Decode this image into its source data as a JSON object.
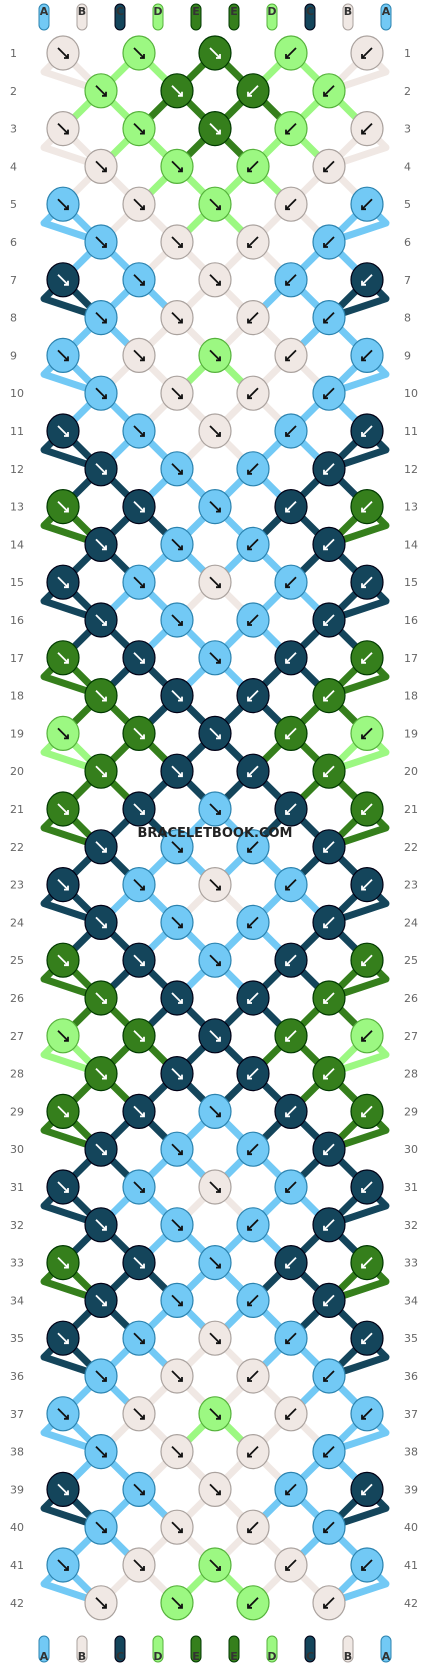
{
  "site": "BRACELETBOOK.COM",
  "strand_letters": [
    "A",
    "B",
    "C",
    "D",
    "E",
    "E",
    "D",
    "C",
    "B",
    "A"
  ],
  "strand_colors": {
    "A": "#72c9f5",
    "B": "#f0e8e4",
    "C": "#14455b",
    "D": "#9cf882",
    "E": "#357f1c"
  },
  "rows": [
    "1",
    "2",
    "3",
    "4",
    "5",
    "6",
    "7",
    "8",
    "9",
    "10",
    "11",
    "12",
    "13",
    "14",
    "15",
    "16",
    "17",
    "18",
    "19",
    "20",
    "21",
    "22",
    "23",
    "24",
    "25",
    "26",
    "27",
    "28",
    "29",
    "30",
    "31",
    "32",
    "33",
    "34",
    "35",
    "36",
    "37",
    "38",
    "39",
    "40",
    "41",
    "42"
  ],
  "knot_rows": [
    [
      "B",
      "D",
      "E",
      "D",
      "B"
    ],
    [
      "D",
      "E",
      "E",
      "D"
    ],
    [
      "B",
      "D",
      "E",
      "D",
      "B"
    ],
    [
      "B",
      "D",
      "D",
      "B"
    ],
    [
      "A",
      "B",
      "D",
      "B",
      "A"
    ],
    [
      "A",
      "B",
      "B",
      "A"
    ],
    [
      "C",
      "A",
      "B",
      "A",
      "C"
    ],
    [
      "A",
      "B",
      "B",
      "A"
    ],
    [
      "A",
      "B",
      "D",
      "B",
      "A"
    ],
    [
      "A",
      "B",
      "B",
      "A"
    ],
    [
      "C",
      "A",
      "B",
      "A",
      "C"
    ],
    [
      "C",
      "A",
      "A",
      "C"
    ],
    [
      "E",
      "C",
      "A",
      "C",
      "E"
    ],
    [
      "C",
      "A",
      "A",
      "C"
    ],
    [
      "C",
      "A",
      "B",
      "A",
      "C"
    ],
    [
      "C",
      "A",
      "A",
      "C"
    ],
    [
      "E",
      "C",
      "A",
      "C",
      "E"
    ],
    [
      "E",
      "C",
      "C",
      "E"
    ],
    [
      "D",
      "E",
      "C",
      "E",
      "D"
    ],
    [
      "E",
      "C",
      "C",
      "E"
    ],
    [
      "E",
      "C",
      "A",
      "C",
      "E"
    ],
    [
      "C",
      "A",
      "A",
      "C"
    ],
    [
      "C",
      "A",
      "B",
      "A",
      "C"
    ],
    [
      "C",
      "A",
      "A",
      "C"
    ],
    [
      "E",
      "C",
      "A",
      "C",
      "E"
    ],
    [
      "E",
      "C",
      "C",
      "E"
    ],
    [
      "D",
      "E",
      "C",
      "E",
      "D"
    ],
    [
      "E",
      "C",
      "C",
      "E"
    ],
    [
      "E",
      "C",
      "A",
      "C",
      "E"
    ],
    [
      "C",
      "A",
      "A",
      "C"
    ],
    [
      "C",
      "A",
      "B",
      "A",
      "C"
    ],
    [
      "C",
      "A",
      "A",
      "C"
    ],
    [
      "E",
      "C",
      "A",
      "C",
      "E"
    ],
    [
      "C",
      "A",
      "A",
      "C"
    ],
    [
      "C",
      "A",
      "B",
      "A",
      "C"
    ],
    [
      "A",
      "B",
      "B",
      "A"
    ],
    [
      "A",
      "B",
      "D",
      "B",
      "A"
    ],
    [
      "A",
      "B",
      "B",
      "A"
    ],
    [
      "C",
      "A",
      "B",
      "A",
      "C"
    ],
    [
      "A",
      "B",
      "B",
      "A"
    ],
    [
      "A",
      "B",
      "D",
      "B",
      "A"
    ],
    [
      "B",
      "D",
      "D",
      "B"
    ]
  ]
}
